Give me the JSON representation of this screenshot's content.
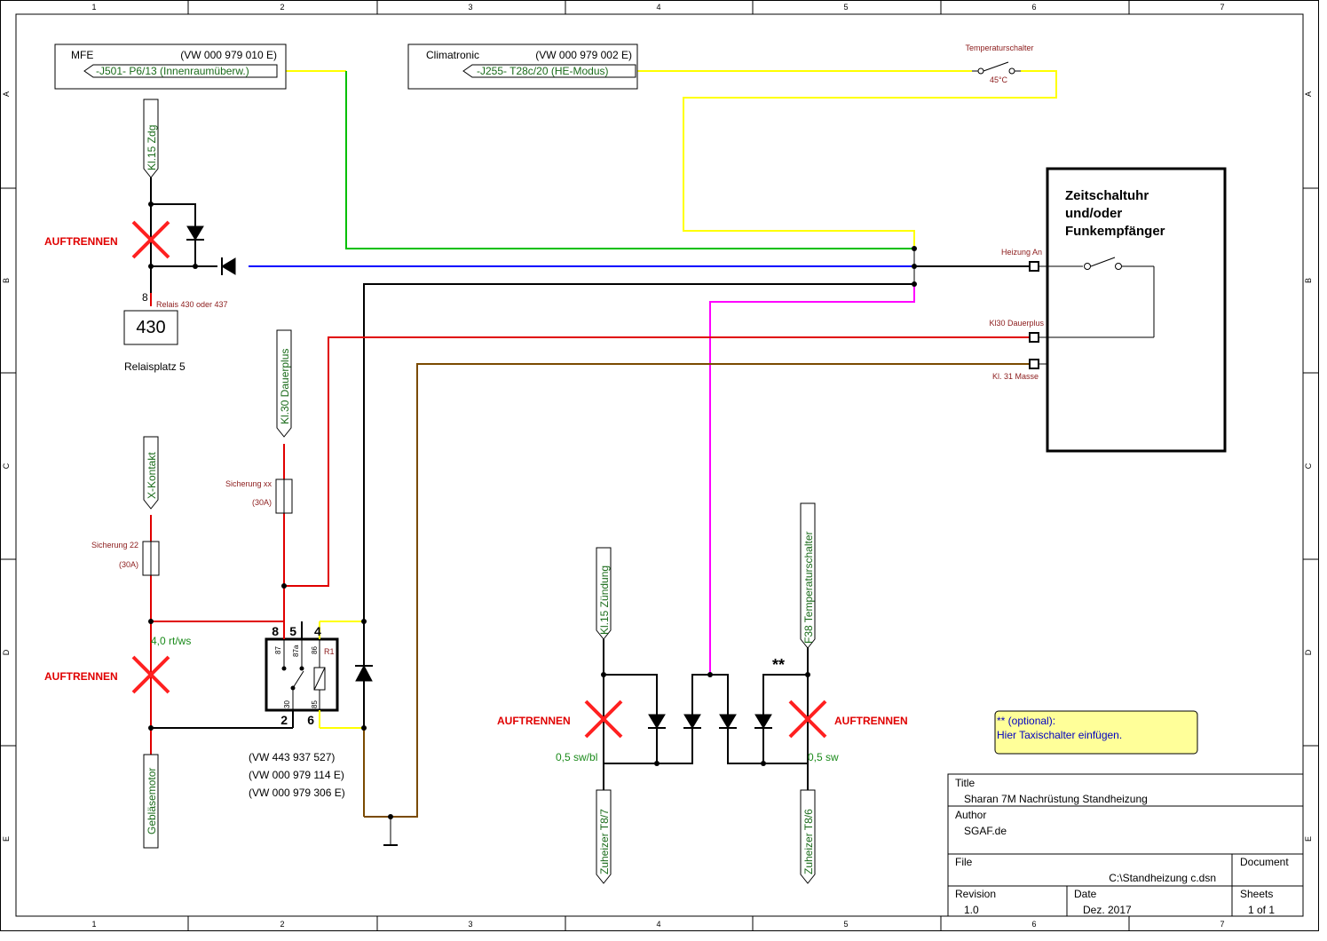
{
  "frame": {
    "columns": [
      "1",
      "2",
      "3",
      "4",
      "5",
      "6",
      "7"
    ],
    "rows": [
      "A",
      "B",
      "C",
      "D",
      "E"
    ]
  },
  "mfe": {
    "name": "MFE",
    "part": "(VW 000 979 010 E)",
    "connector": "-J501- P6/13 (Innenraumüberw.)"
  },
  "climatronic": {
    "name": "Climatronic",
    "part": "(VW 000 979 002 E)",
    "connector": "-J255- T28c/20 (HE-Modus)"
  },
  "temp_switch": {
    "label": "Temperaturschalter",
    "value": "45°C"
  },
  "timer": {
    "line1": "Zeitschaltuhr",
    "line2": "und/oder",
    "line3": "Funkempfänger",
    "pin_on": "Heizung An",
    "pin_kl30": "Kl30 Dauerplus",
    "pin_kl31": "Kl. 31 Masse"
  },
  "ports": {
    "kl15_zdg": "Kl.15  Zdg",
    "kl30_dauerplus": "Kl.30 Dauerplus",
    "x_kontakt": "X-Kontakt",
    "geblaesemotor": "Gebläsemotor",
    "kl15_zuendung": "Kl.15 Zündung",
    "f38": "F38 Temperaturschalter",
    "zuheizer_t8_7": "Zuheizer T8/7",
    "zuheizer_t8_6": "Zuheizer T8/6"
  },
  "cut_label": "AUFTRENNEN",
  "relay430": {
    "pin": "8",
    "caption": "Relais 430 oder 437",
    "box_text": "430",
    "place": "Relaisplatz 5"
  },
  "fuses": {
    "sicherung_xx": "Sicherung xx",
    "sicherung_xx_rating": "(30A)",
    "sicherung_22": "Sicherung 22",
    "sicherung_22_rating": "(30A)"
  },
  "wires": {
    "rt_ws": "4,0 rt/ws",
    "sw_bl": "0,5 sw/bl",
    "sw": "0,5 sw"
  },
  "relay_r1": {
    "pin8": "8",
    "pin5": "5",
    "pin4": "4",
    "pin2": "2",
    "pin6": "6",
    "t87": "87",
    "t87a": "87a",
    "t86": "86",
    "t30": "30",
    "t85": "85",
    "name": "R1",
    "part1": "(VW 443 937 527)",
    "part2": "(VW 000 979 114 E)",
    "part3": "(VW 000 979 306 E)"
  },
  "optional": {
    "stars": "**",
    "note_line1": "** (optional):",
    "note_line2": "Hier Taxischalter einfügen."
  },
  "title_block": {
    "title_label": "Title",
    "title": "Sharan 7M Nachrüstung Standheizung",
    "author_label": "Author",
    "author": "SGAF.de",
    "file_label": "File",
    "file": "C:\\Standheizung c.dsn",
    "document_label": "Document",
    "revision_label": "Revision",
    "revision": "1.0",
    "date_label": "Date",
    "date": "Dez. 2017",
    "sheets_label": "Sheets",
    "sheets": "1 of 1"
  },
  "colors": {
    "wire_yellow": "#ffff00",
    "wire_green": "#00c000",
    "wire_blue": "#0000ff",
    "wire_black": "#000000",
    "wire_magenta": "#ff00ff",
    "wire_red": "#e00000",
    "wire_brown": "#7a4a00",
    "note_bg": "#ffff99"
  }
}
